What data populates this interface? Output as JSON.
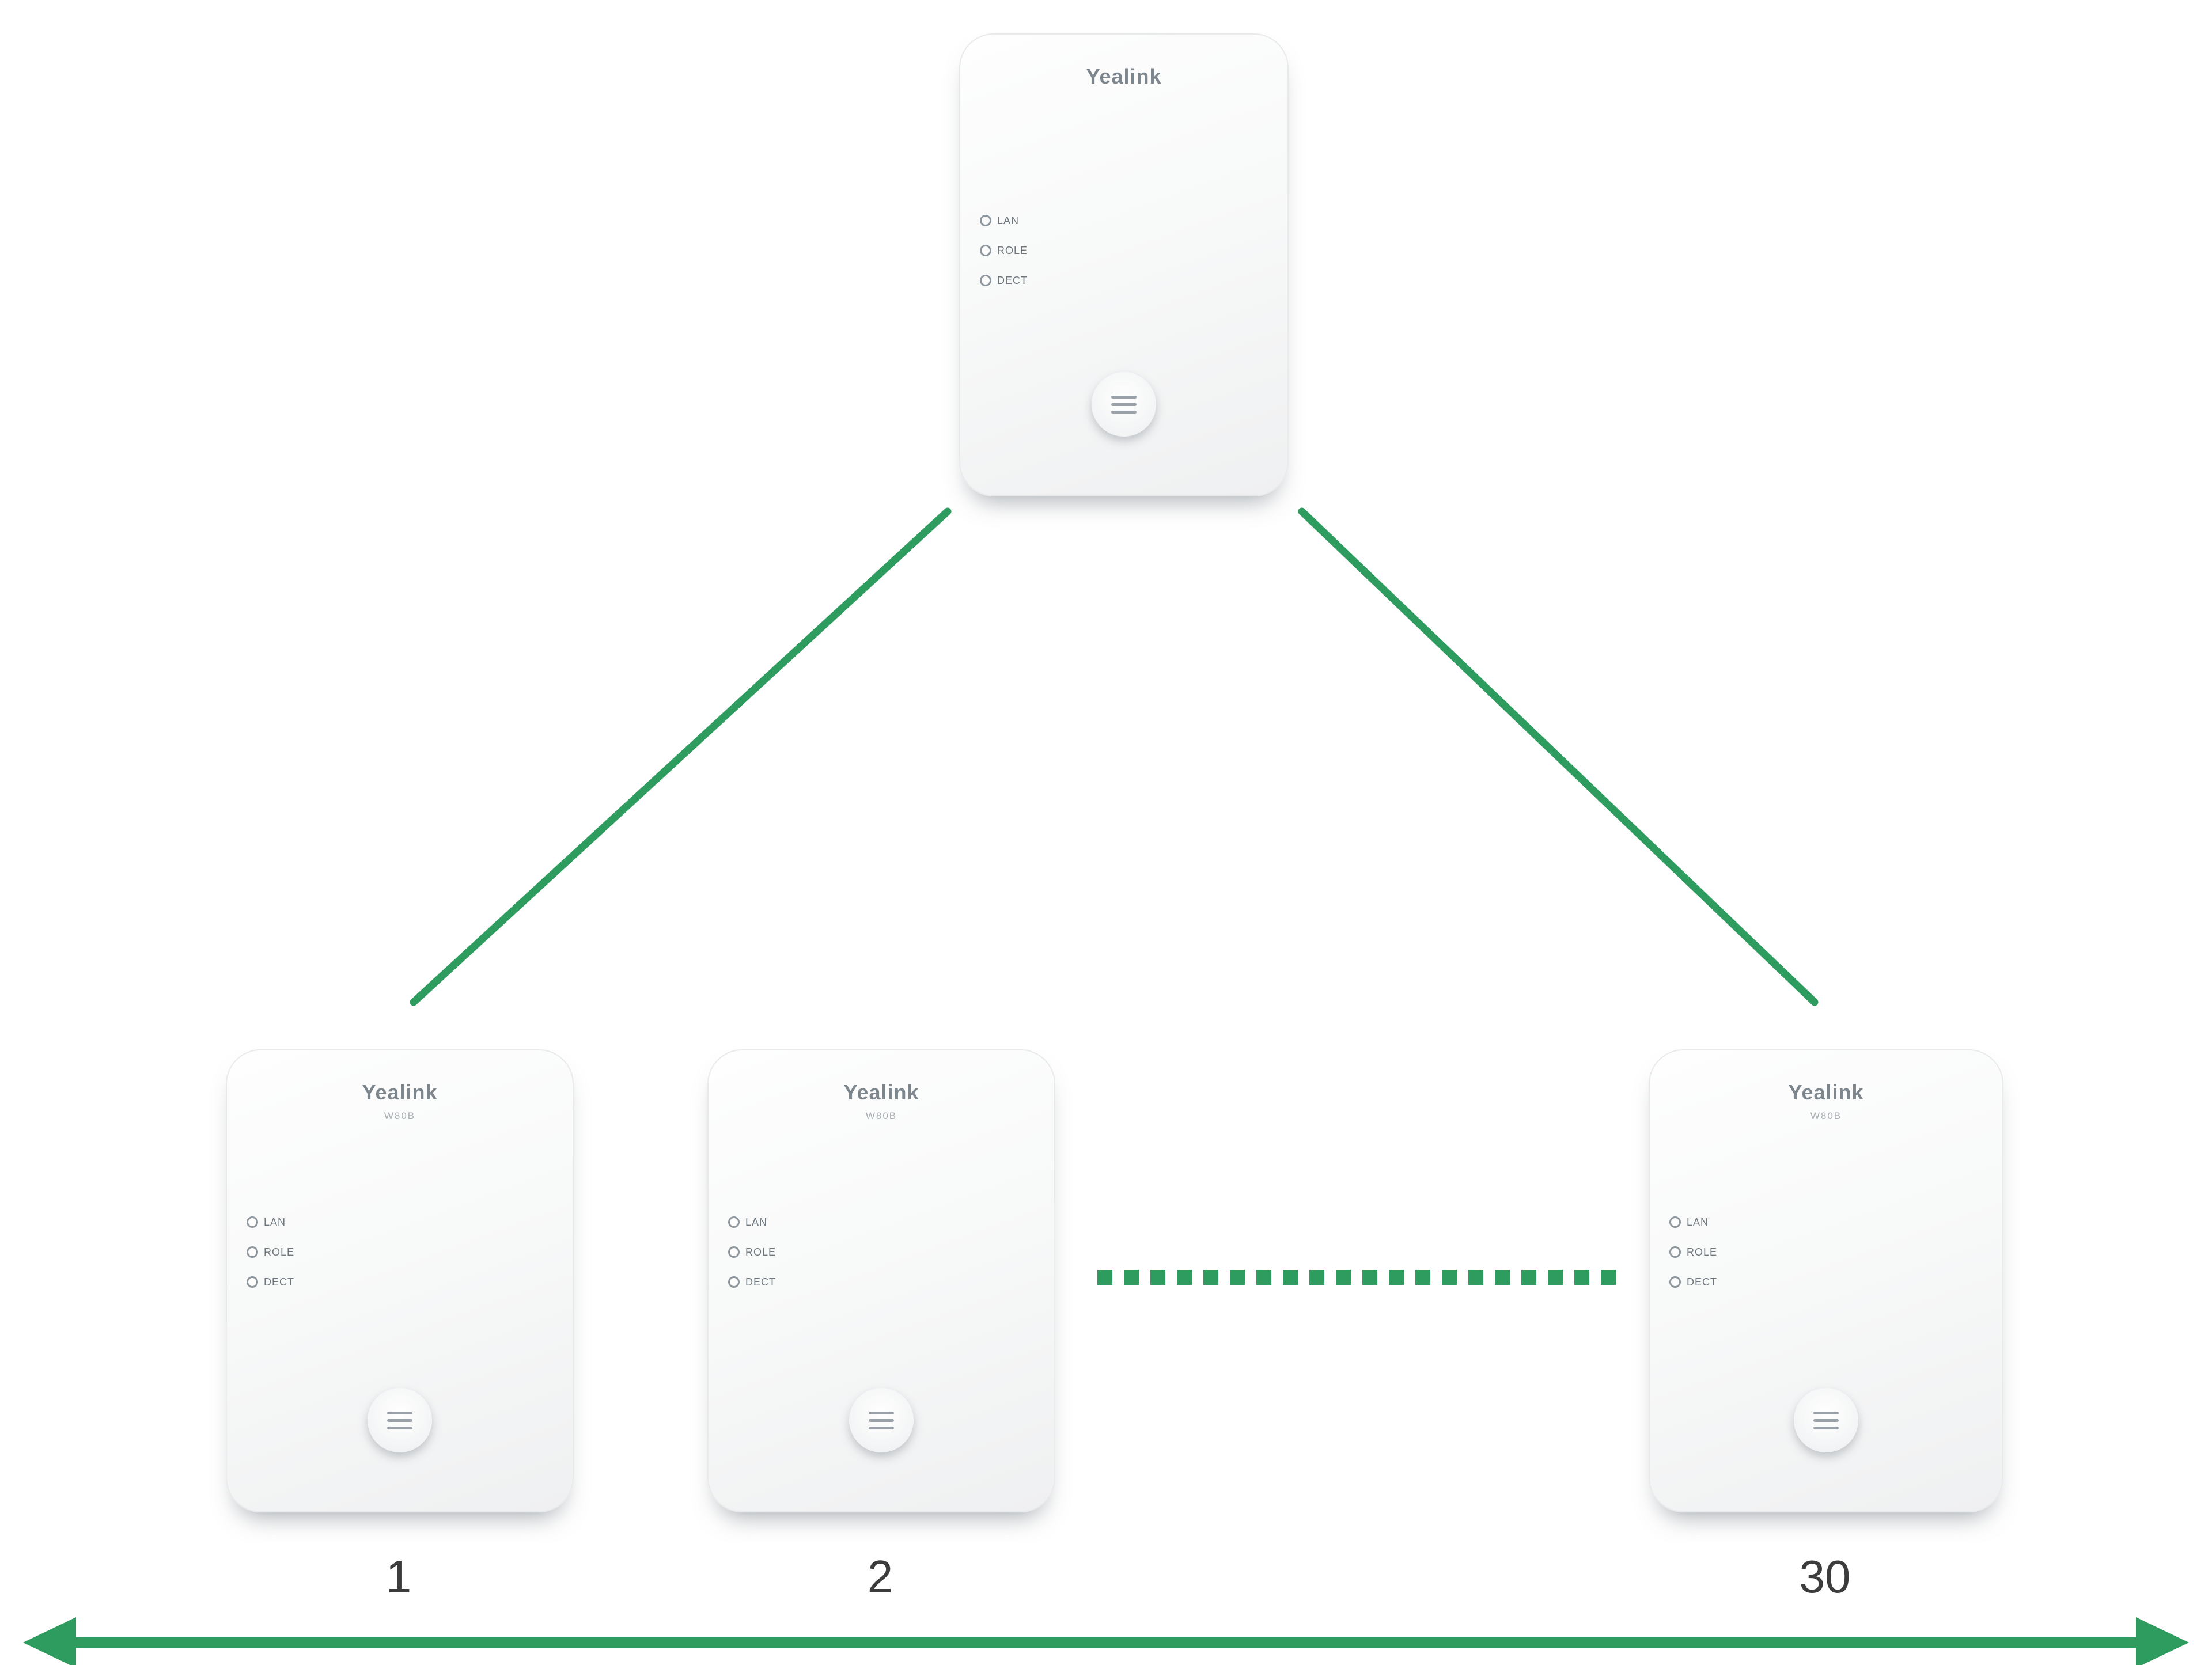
{
  "diagram": {
    "brand": "Yealink",
    "model": "W80B",
    "led_labels": [
      "LAN",
      "ROLE",
      "DECT"
    ],
    "device_numbers": [
      "1",
      "2",
      "30"
    ],
    "colors": {
      "green": "#2e9c5e"
    }
  }
}
